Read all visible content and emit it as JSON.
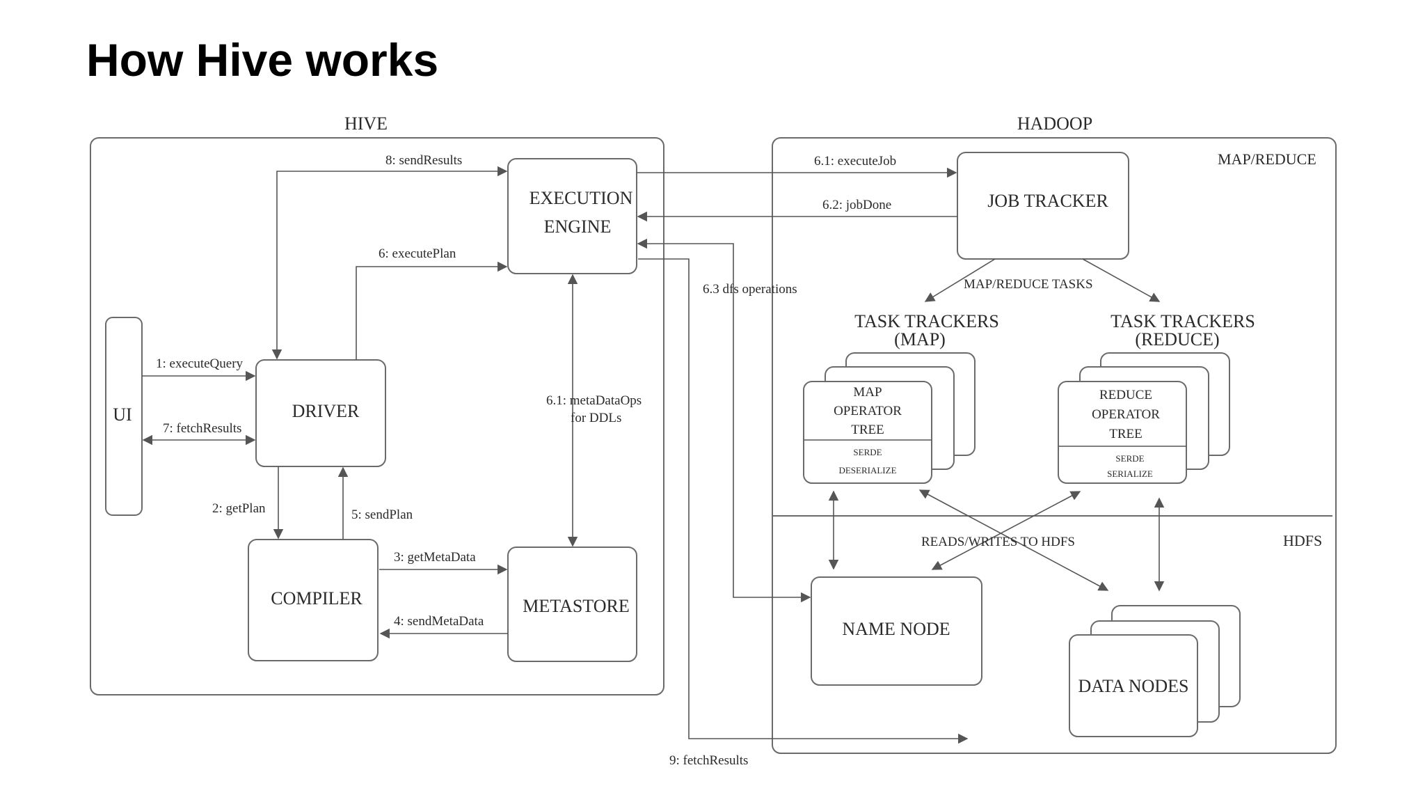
{
  "title": "How Hive works",
  "groups": {
    "hive": "HIVE",
    "hadoop": "HADOOP",
    "map_reduce": "MAP/REDUCE",
    "hdfs": "HDFS"
  },
  "nodes": {
    "ui": "UI",
    "driver": "DRIVER",
    "compiler": "COMPILER",
    "metastore": "METASTORE",
    "execution_engine": [
      "EXECUTION",
      "ENGINE"
    ],
    "job_tracker": "JOB TRACKER",
    "task_trackers_map": [
      "TASK TRACKERS",
      "(MAP)"
    ],
    "task_trackers_reduce": [
      "TASK TRACKERS",
      "(REDUCE)"
    ],
    "map_operator_tree": [
      "MAP",
      "OPERATOR",
      "TREE"
    ],
    "map_serde": [
      "SERDE",
      "DESERIALIZE"
    ],
    "reduce_operator_tree": [
      "REDUCE",
      "OPERATOR",
      "TREE"
    ],
    "reduce_serde": [
      "SERDE",
      "SERIALIZE"
    ],
    "name_node": "NAME NODE",
    "data_nodes": "DATA NODES"
  },
  "edges": {
    "execute_query": "1: executeQuery",
    "get_plan": "2: getPlan",
    "get_metadata": "3: getMetaData",
    "send_metadata": "4: sendMetaData",
    "send_plan": "5: sendPlan",
    "execute_plan": "6: executePlan",
    "execute_job": "6.1: executeJob",
    "metadata_ops": [
      "6.1: metaDataOps",
      "for DDLs"
    ],
    "job_done": "6.2: jobDone",
    "dfs_operations": "6.3 dfs operations",
    "fetch_results_7": "7: fetchResults",
    "send_results": "8: sendResults",
    "fetch_results_9": "9: fetchResults",
    "map_reduce_tasks": "MAP/REDUCE TASKS",
    "reads_writes_hdfs": "READS/WRITES TO HDFS"
  }
}
